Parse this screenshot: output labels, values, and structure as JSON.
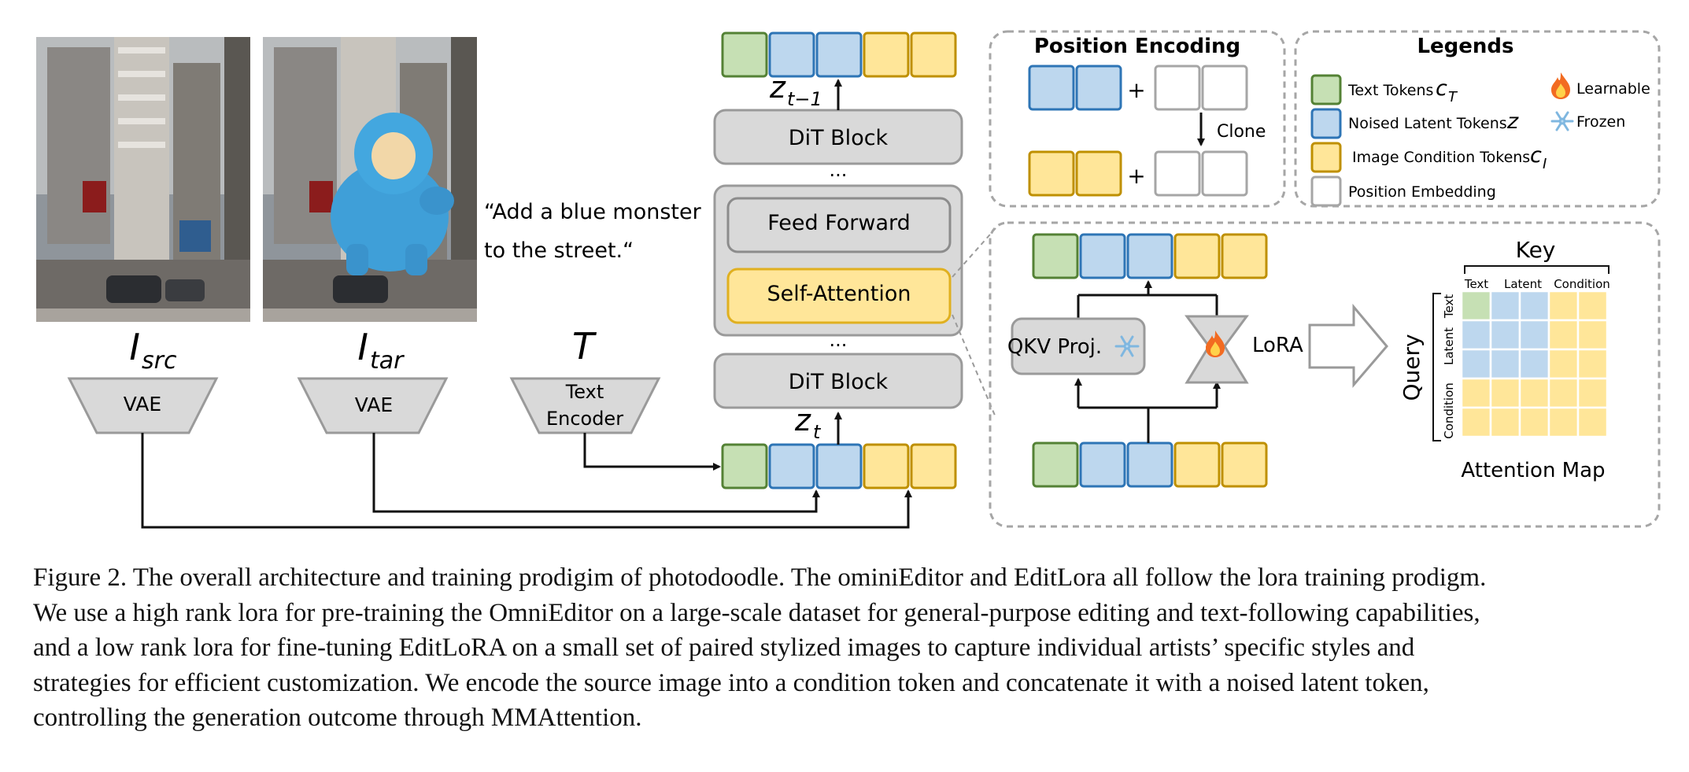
{
  "images": {
    "source_label": "I",
    "source_sub": "src",
    "target_label": "I",
    "target_sub": "tar",
    "text_label": "T",
    "prompt_line1": "“Add a blue monster",
    "prompt_line2": "to the street.“"
  },
  "encoders": {
    "vae1": "VAE",
    "vae2": "VAE",
    "text_encoder_line1": "Text",
    "text_encoder_line2": "Encoder"
  },
  "dit": {
    "top_block": "DiT Block",
    "bottom_block": "DiT Block",
    "ellipsis_top": "...",
    "ellipsis_bottom": "...",
    "feed_forward": "Feed Forward",
    "self_attention": "Self-Attention",
    "z_top": "z",
    "z_top_sub": "t−1",
    "z_bottom": "z",
    "z_bottom_sub": "t"
  },
  "position_encoding": {
    "title": "Position Encoding",
    "plus": "+",
    "clone": "Clone"
  },
  "legends": {
    "title": "Legends",
    "text_tokens": "Text Tokens",
    "text_tokens_symbol": "c",
    "text_tokens_sub": "T",
    "noised_latent": "Noised Latent Tokens",
    "noised_latent_symbol": "z",
    "image_condition": "Image Condition Tokens",
    "image_condition_symbol": "c",
    "image_condition_sub": "I",
    "position_embedding": "Position Embedding",
    "learnable": "Learnable",
    "frozen": "Frozen"
  },
  "attention_detail": {
    "qkv": "QKV Proj.",
    "lora": "LoRA",
    "key": "Key",
    "query": "Query",
    "key_cols": [
      "Text",
      "Latent",
      "Condition"
    ],
    "query_rows": [
      "Text",
      "Latent",
      "Condition"
    ],
    "attention_map": "Attention Map"
  },
  "caption": {
    "line1": "Figure 2. The overall architecture and training prodigim of photodoodle. The ominiEditor and EditLora all follow the lora training prodigm.",
    "line2": "We use a high rank lora for pre-training the OmniEditor on a large-scale dataset for general-purpose editing and text-following capabilities,",
    "line3": "and a low rank lora for fine-tuning EditLoRA on a small set of paired stylized images to capture individual artists’ specific styles and",
    "line4": "strategies for efficient customization. We encode the source image into a condition token and concatenate it with a noised latent token,",
    "line5": "controlling the generation outcome through MMAttention."
  },
  "colors": {
    "text_token_fill": "#c6e0b4",
    "text_token_stroke": "#548235",
    "latent_fill": "#bdd7ee",
    "latent_stroke": "#2e75b6",
    "condition_fill": "#ffe699",
    "condition_stroke": "#bf9000",
    "block_fill": "#d9d9d9",
    "block_stroke": "#9a9a9a"
  }
}
